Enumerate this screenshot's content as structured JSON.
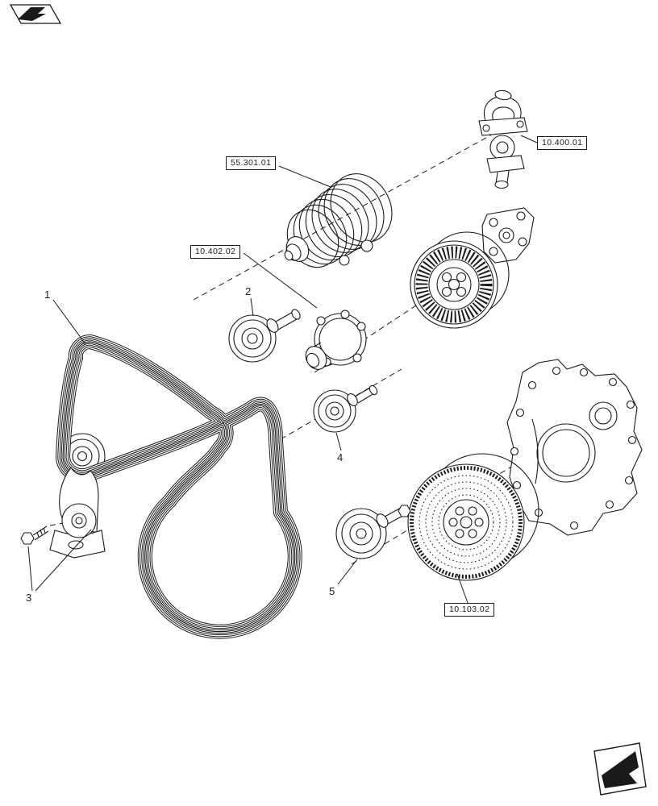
{
  "colors": {
    "ink": "#1a1a1a",
    "paper": "#ffffff"
  },
  "references": [
    {
      "label": "55.301.01"
    },
    {
      "label": "10.400.01"
    },
    {
      "label": "10.402.02"
    },
    {
      "label": "10.103.02"
    }
  ],
  "callouts": [
    {
      "label": "1"
    },
    {
      "label": "2"
    },
    {
      "label": "3"
    },
    {
      "label": "4"
    },
    {
      "label": "5"
    }
  ],
  "icons": {
    "top_left": "page-back-icon",
    "bottom_right": "page-forward-icon"
  }
}
